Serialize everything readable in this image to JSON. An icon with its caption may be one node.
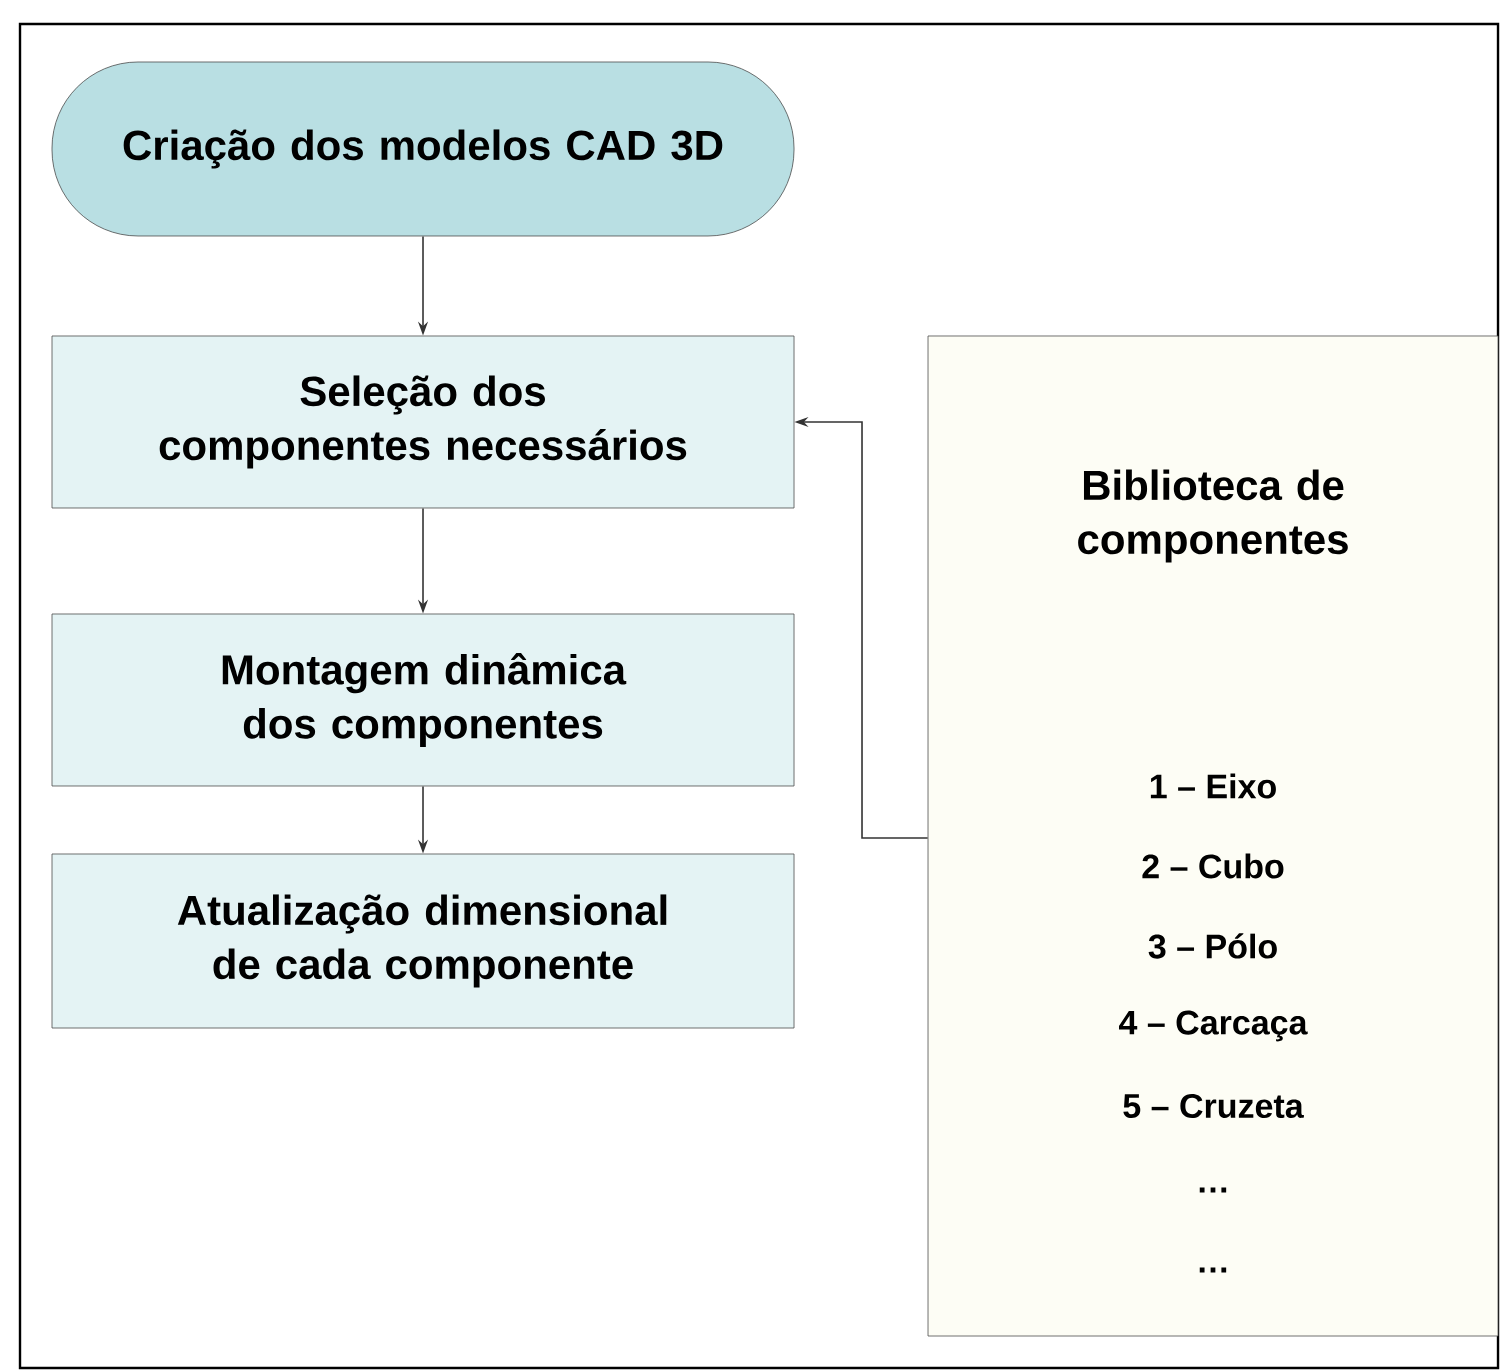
{
  "diagram": {
    "nodes": [
      {
        "text": [
          "Criação dos modelos CAD 3D"
        ]
      },
      {
        "text": [
          "Seleção dos componentes necessários"
        ]
      },
      {
        "text": [
          "Montagem dinâmica dos componentes"
        ]
      },
      {
        "text": [
          "Atualização dimensional de cada componente"
        ]
      },
      {
        "text": [
          "Biblioteca de componentes",
          "1 – Eixo",
          "2 – Cubo",
          "3 – Pólo",
          "4 – Carcaça",
          "5 – Cruzeta",
          "…",
          "…"
        ]
      }
    ],
    "edges": [
      {
        "from": 0,
        "to": 1,
        "arrow": "to"
      },
      {
        "from": 1,
        "to": 2,
        "arrow": "to"
      },
      {
        "from": 2,
        "to": 3,
        "arrow": "to"
      },
      {
        "from": 4,
        "to": 1,
        "arrow": "to"
      }
    ]
  }
}
